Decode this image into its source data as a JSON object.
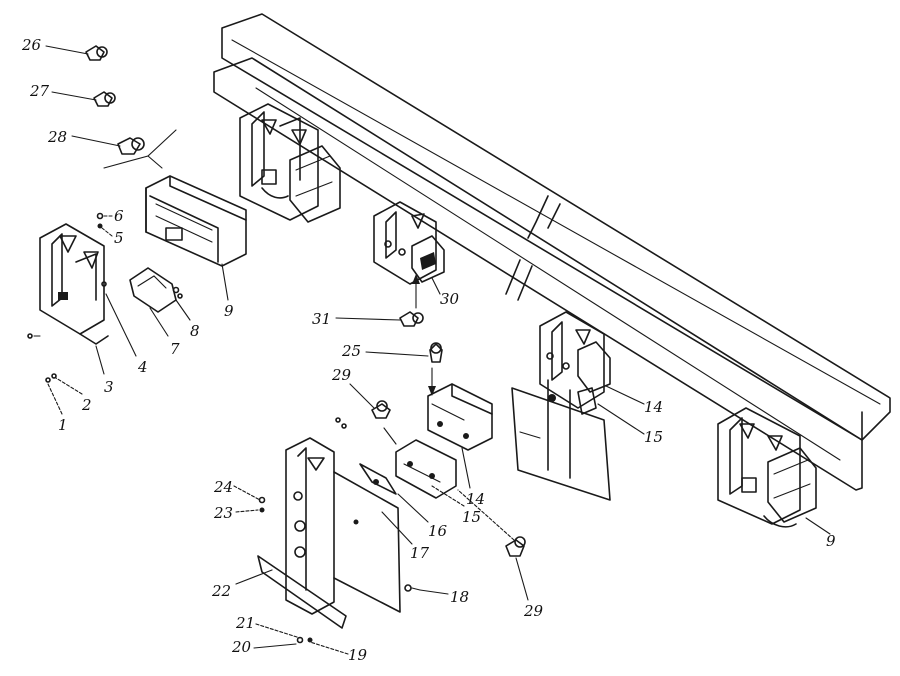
{
  "callouts": [
    {
      "id": "c26",
      "text": "26"
    },
    {
      "id": "c27",
      "text": "27"
    },
    {
      "id": "c28",
      "text": "28"
    },
    {
      "id": "c6",
      "text": "6"
    },
    {
      "id": "c5",
      "text": "5"
    },
    {
      "id": "c9a",
      "text": "9"
    },
    {
      "id": "c8",
      "text": "8"
    },
    {
      "id": "c7",
      "text": "7"
    },
    {
      "id": "c4",
      "text": "4"
    },
    {
      "id": "c3",
      "text": "3"
    },
    {
      "id": "c2",
      "text": "2"
    },
    {
      "id": "c1",
      "text": "1"
    },
    {
      "id": "c30",
      "text": "30"
    },
    {
      "id": "c31",
      "text": "31"
    },
    {
      "id": "c25",
      "text": "25"
    },
    {
      "id": "c29a",
      "text": "29"
    },
    {
      "id": "c14a",
      "text": "14"
    },
    {
      "id": "c15a",
      "text": "15"
    },
    {
      "id": "c14b",
      "text": "14"
    },
    {
      "id": "c15b",
      "text": "15"
    },
    {
      "id": "c16",
      "text": "16"
    },
    {
      "id": "c17",
      "text": "17"
    },
    {
      "id": "c24",
      "text": "24"
    },
    {
      "id": "c23",
      "text": "23"
    },
    {
      "id": "c22",
      "text": "22"
    },
    {
      "id": "c18",
      "text": "18"
    },
    {
      "id": "c29b",
      "text": "29"
    },
    {
      "id": "c21",
      "text": "21"
    },
    {
      "id": "c20",
      "text": "20"
    },
    {
      "id": "c19",
      "text": "19"
    },
    {
      "id": "c9b",
      "text": "9"
    }
  ]
}
